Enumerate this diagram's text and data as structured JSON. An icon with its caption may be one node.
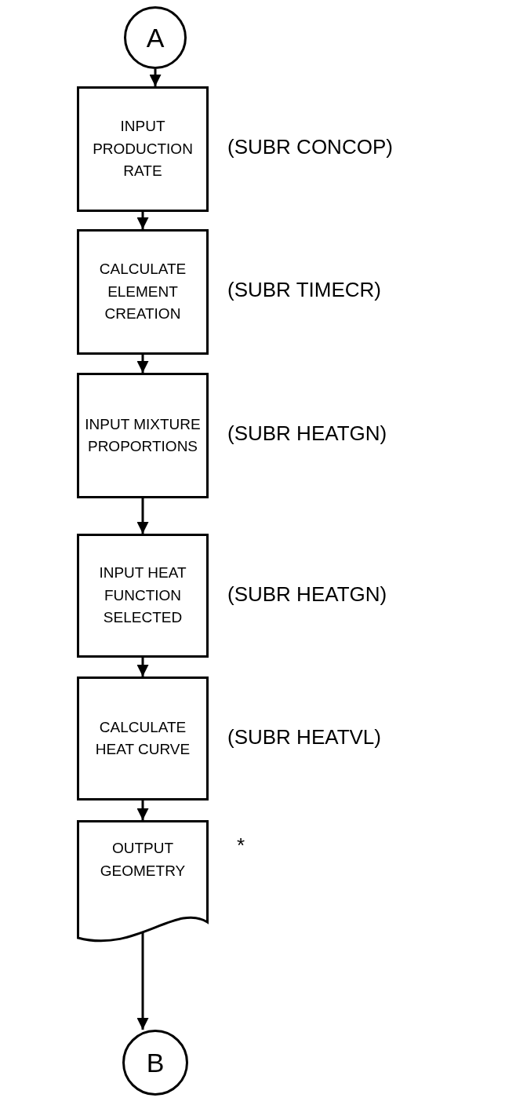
{
  "diagram": {
    "nodes": [
      {
        "text": [
          "A"
        ]
      },
      {
        "text": [
          "INPUT PRODUCTION RATE"
        ],
        "beside": [
          "(SUBR CONCOP)"
        ]
      },
      {
        "text": [
          "CALCULATE ELEMENT CREATION"
        ],
        "beside": [
          "(SUBR TIMECR)"
        ]
      },
      {
        "text": [
          "INPUT MIXTURE PROPORTIONS"
        ],
        "beside": [
          "(SUBR HEATGN)"
        ]
      },
      {
        "text": [
          "INPUT HEAT FUNCTION SELECTED"
        ],
        "beside": [
          "(SUBR HEATGN)"
        ]
      },
      {
        "text": [
          "CALCULATE HEAT CURVE"
        ],
        "beside": [
          "(SUBR HEATVL)"
        ]
      },
      {
        "text": [
          "OUTPUT GEOMETRY"
        ],
        "beside": [
          "*"
        ]
      },
      {
        "text": [
          "B"
        ]
      }
    ],
    "edges": [
      {
        "from": 0,
        "to": 1,
        "arrow": "to"
      },
      {
        "from": 1,
        "to": 2,
        "arrow": "to"
      },
      {
        "from": 2,
        "to": 3,
        "arrow": "to"
      },
      {
        "from": 3,
        "to": 4,
        "arrow": "to"
      },
      {
        "from": 4,
        "to": 5,
        "arrow": "to"
      },
      {
        "from": 5,
        "to": 6,
        "arrow": "to"
      },
      {
        "from": 6,
        "to": 7,
        "arrow": "to"
      }
    ]
  }
}
